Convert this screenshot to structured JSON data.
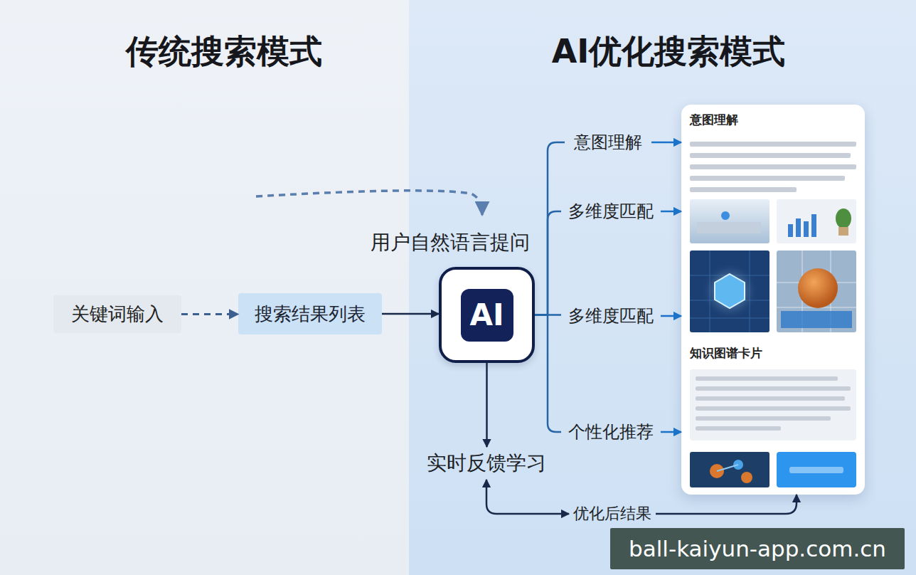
{
  "diagram": {
    "nodes": [
      {
        "text": [
          "关键词输入"
        ]
      },
      {
        "text": [
          "搜索结果列表"
        ]
      },
      {
        "text": [
          "用户自然语言提问"
        ]
      },
      {
        "text": [
          "AI"
        ]
      },
      {
        "text": [
          "意图理解"
        ]
      },
      {
        "text": [
          "多维度匹配"
        ]
      },
      {
        "text": [
          "多维度匹配"
        ]
      },
      {
        "text": [
          "个性化推荐"
        ]
      },
      {
        "text": [
          "意图理解",
          "知识图谱卡片"
        ]
      },
      {
        "text": [
          "实时反馈学习"
        ]
      },
      {
        "text": [
          "优化后结果"
        ]
      }
    ],
    "edges": [
      {
        "from": 0,
        "to": 1,
        "arrow": "to"
      },
      {
        "from": 1,
        "to": 3,
        "arrow": "to"
      },
      {
        "from": 3,
        "to": 4,
        "arrow": "none"
      },
      {
        "from": 3,
        "to": 5,
        "arrow": "none"
      },
      {
        "from": 3,
        "to": 6,
        "arrow": "none"
      },
      {
        "from": 3,
        "to": 7,
        "arrow": "none"
      },
      {
        "from": 4,
        "to": 8,
        "arrow": "to"
      },
      {
        "from": 5,
        "to": 8,
        "arrow": "to"
      },
      {
        "from": 6,
        "to": 8,
        "arrow": "to"
      },
      {
        "from": 7,
        "to": 8,
        "arrow": "to"
      },
      {
        "from": 3,
        "to": 9,
        "arrow": "to"
      },
      {
        "from": 9,
        "to": 10,
        "arrow": "both"
      },
      {
        "from": 10,
        "to": 8,
        "arrow": "to"
      }
    ],
    "labels": [
      "传统搜索模式",
      "AI优化搜索模式",
      "ball-kaiyun-app.com.cn"
    ]
  }
}
